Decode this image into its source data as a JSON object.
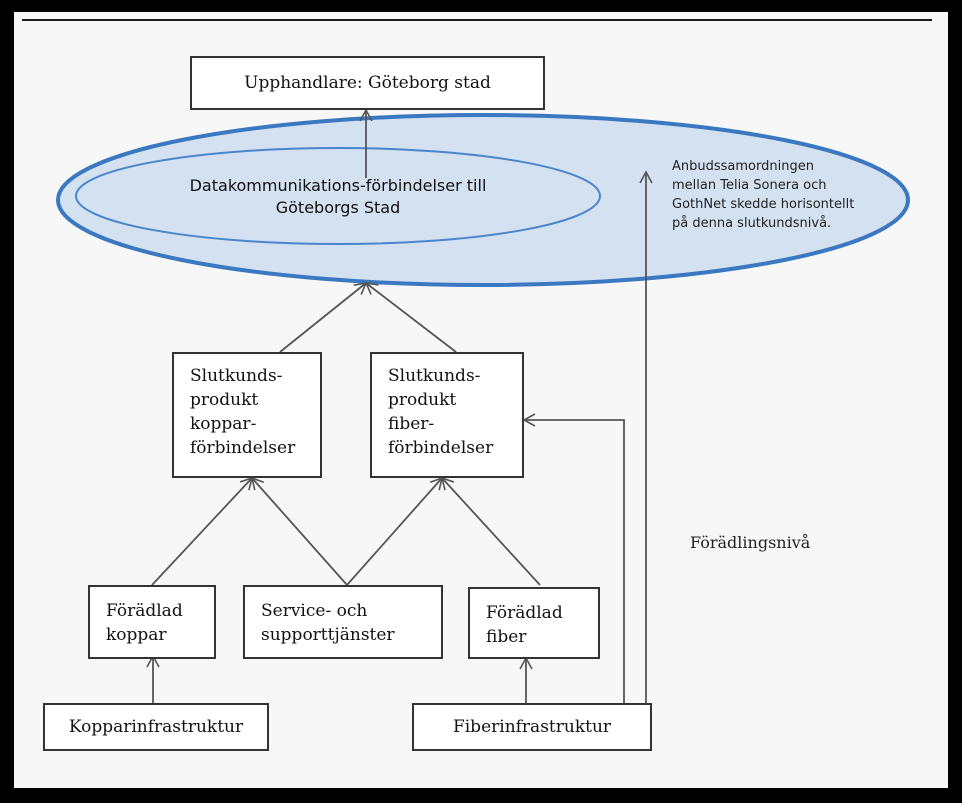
{
  "diagram": {
    "procurer": "Upphandlare: Göteborg stad",
    "service_ellipse": "Datakommunikations-förbindelser till\nGöteborgs Stad",
    "note": "Anbudssamordningen\nmellan Telia Sonera och\nGothNet skedde horisontellt\npå denna slutkundsnivå.",
    "end_copper": "Slutkunds-\nprodukt\nkoppar-\nförbindelser",
    "end_fiber": "Slutkunds-\nprodukt\nfiber-\nförbindelser",
    "refined_copper": "Förädlad\nkoppar",
    "service_support": "Service- och\nsupporttjänster",
    "refined_fiber": "Förädlad\nfiber",
    "copper_infra": "Kopparinfrastruktur",
    "fiber_infra": "Fiberinfrastruktur",
    "level_label": "Förädlingsnivå"
  },
  "colors": {
    "ellipse_fill": "#d3e1f1",
    "ellipse_stroke": "#3a78c2",
    "line": "#555555"
  }
}
